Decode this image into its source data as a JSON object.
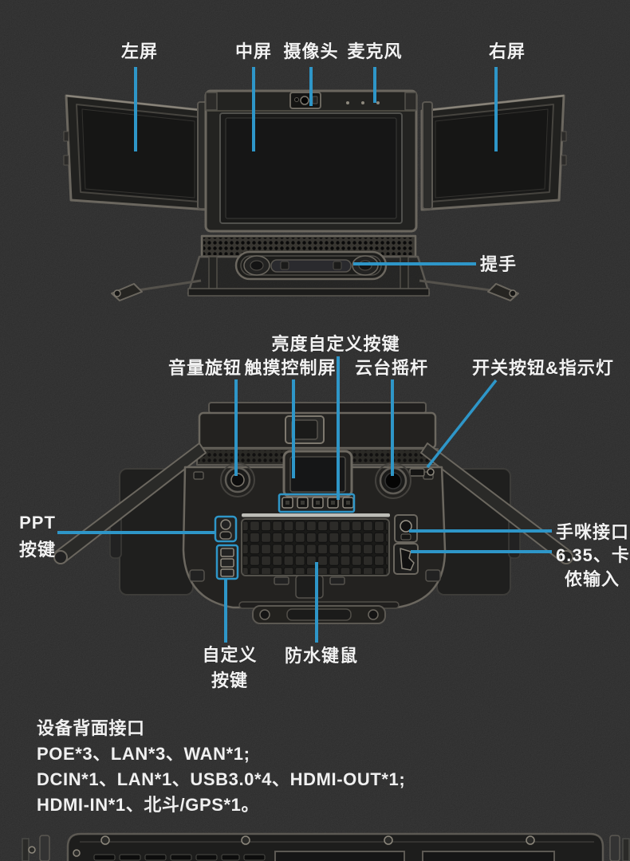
{
  "colors": {
    "background": "#242424",
    "accent": "#2e96c8",
    "text": "#f2f2f2"
  },
  "front_view": {
    "left_screen_label": "左屏",
    "middle_screen_label": "中屏",
    "camera_label": "摄像头",
    "microphone_label": "麦克风",
    "right_screen_label": "右屏",
    "handle_label": "提手"
  },
  "top_view": {
    "brightness_keys_label": "亮度自定义按键",
    "volume_knob_label": "音量旋钮",
    "touch_screen_label": "触摸控制屏",
    "joystick_label": "云台摇杆",
    "power_label": "开关按钮&指示灯",
    "ppt_line1": "PPT",
    "ppt_line2": "按键",
    "mic_line1": "手咪接口",
    "mic_line2": "6.35、卡",
    "mic_line3": "侬输入",
    "custom_line1": "自定义",
    "custom_line2": "按键",
    "keyboard_label": "防水键鼠"
  },
  "rear_ports": {
    "title": "设备背面接口",
    "lines": [
      "POE*3、LAN*3、WAN*1;",
      "DCIN*1、LAN*1、USB3.0*4、HDMI-OUT*1;",
      "HDMI-IN*1、北斗/GPS*1。"
    ]
  }
}
